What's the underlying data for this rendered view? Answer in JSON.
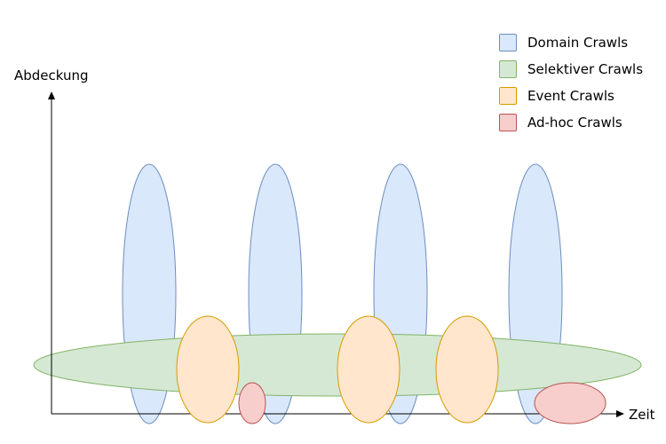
{
  "axes": {
    "y_label": "Abdeckung",
    "x_label": "Zeit"
  },
  "legend": [
    {
      "label": "Domain Crawls",
      "fill": "#dae8fc",
      "stroke": "#6c8ebf"
    },
    {
      "label": "Selektiver Crawls",
      "fill": "#d5e8d4",
      "stroke": "#82b366"
    },
    {
      "label": "Event Crawls",
      "fill": "#ffe6cc",
      "stroke": "#d79b00"
    },
    {
      "label": "Ad-hoc Crawls",
      "fill": "#f8cecc",
      "stroke": "#b85450"
    }
  ],
  "colors": {
    "axis": "#000000"
  }
}
